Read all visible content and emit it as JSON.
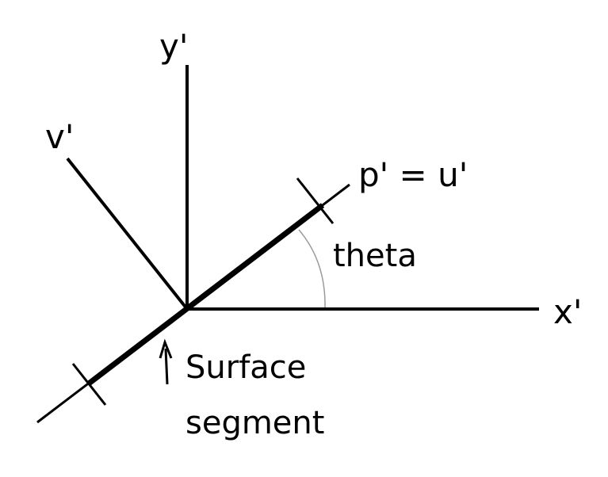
{
  "labels": {
    "y_axis": "y'",
    "v_axis": "v'",
    "p_axis": "p' = u'",
    "x_axis": "x'",
    "angle": "theta",
    "surface_line1": "Surface",
    "surface_line2": "segment"
  },
  "colors": {
    "ink": "#000000",
    "arc": "#9a9a9a",
    "background": "#ffffff"
  }
}
